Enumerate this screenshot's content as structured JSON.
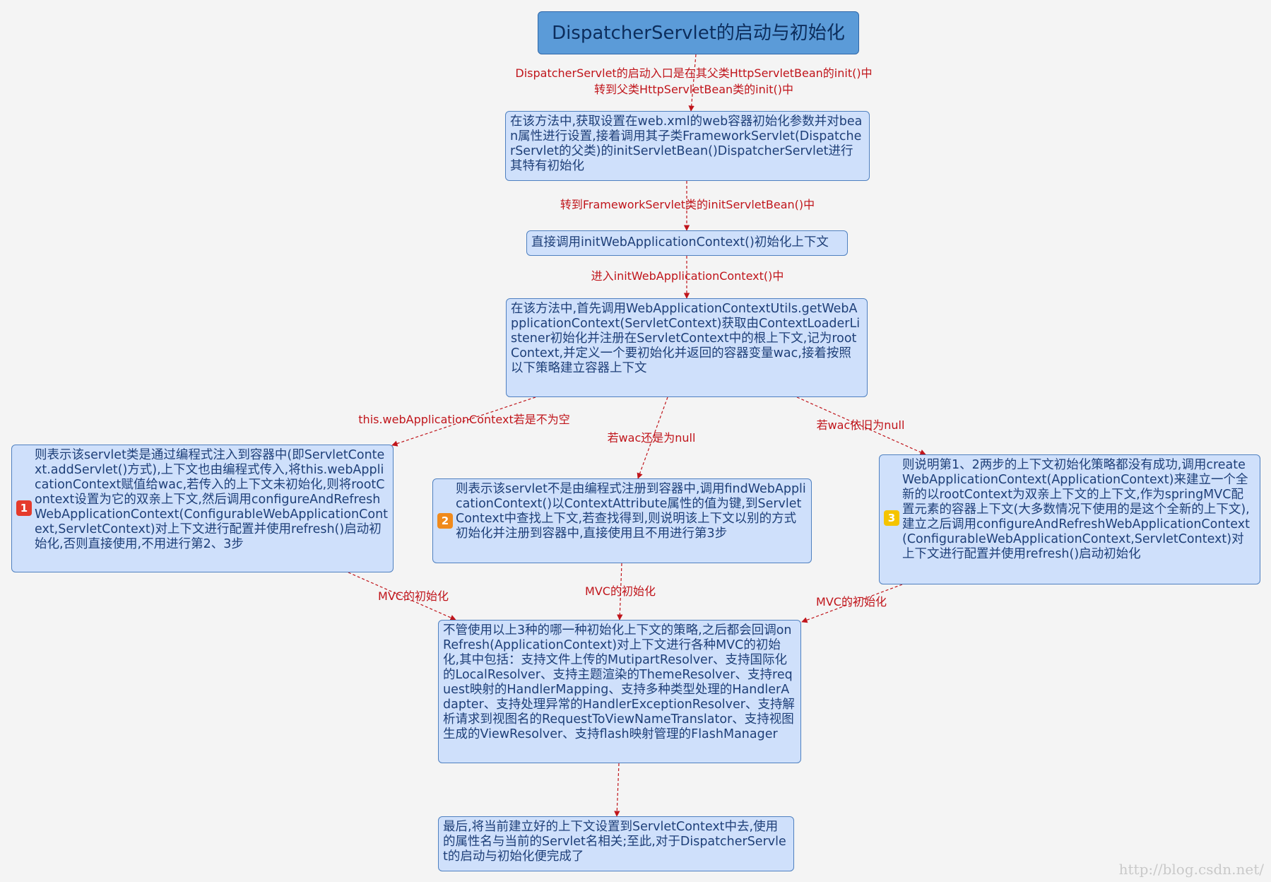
{
  "title": "DispatcherServlet的启动与初始化",
  "nodes": {
    "n1": "在该方法中,获取设置在web.xml的web容器初始化参数并对bean属性进行设置,接着调用其子类FrameworkServlet(DispatcherServlet的父类)的initServletBean()DispatcherServlet进行其特有初始化",
    "n2": "直接调用initWebApplicationContext()初始化上下文",
    "n3": "在该方法中,首先调用WebApplicationContextUtils.getWebApplicationContext(ServletContext)获取由ContextLoaderListener初始化并注册在ServletContext中的根上下文,记为rootContext,并定义一个要初始化并返回的容器变量wac,接着按照以下策略建立容器上下文",
    "b1": "则表示该servlet类是通过编程式注入到容器中(即ServletContext.addServlet()方式),上下文也由编程式传入,将this.webApplicationContext赋值给wac,若传入的上下文未初始化,则将rootContext设置为它的双亲上下文,然后调用configureAndRefreshWebApplicationContext(ConfigurableWebApplicationContext,ServletContext)对上下文进行配置并使用refresh()启动初始化,否则直接使用,不用进行第2、3步",
    "b2": "则表示该servlet不是由编程式注册到容器中,调用findWebApplicationContext()以ContextAttribute属性的值为键,到ServletContext中查找上下文,若查找得到,则说明该上下文以别的方式初始化并注册到容器中,直接使用且不用进行第3步",
    "b3": "则说明第1、2两步的上下文初始化策略都没有成功,调用createWebApplicationContext(ApplicationContext)来建立一个全新的以rootContext为双亲上下文的上下文,作为springMVC配置元素的容器上下文(大多数情况下使用的是这个全新的上下文),建立之后调用configureAndRefreshWebApplicationContext(ConfigurableWebApplicationContext,ServletContext)对上下文进行配置并使用refresh()启动初始化",
    "n4": "不管使用以上3种的哪一种初始化上下文的策略,之后都会回调onRefresh(ApplicationContext)对上下文进行各种MVC的初始化,其中包括：支持文件上传的MutipartResolver、支持国际化的LocalResolver、支持主题渲染的ThemeResolver、支持request映射的HandlerMapping、支持多种类型处理的HandlerAdapter、支持处理异常的HandlerExceptionResolver、支持解析请求到视图名的RequestToViewNameTranslator、支持视图生成的ViewResolver、支持flash映射管理的FlashManager",
    "n5": "最后,将当前建立好的上下文设置到ServletContext中去,使用的属性名与当前的Servlet名相关;至此,对于DispatcherServlet的启动与初始化便完成了"
  },
  "badges": {
    "b1": "1",
    "b2": "2",
    "b3": "3"
  },
  "edge_labels": {
    "e1_line1": "DispatcherServlet的启动入口是在其父类HttpServletBean的init()中",
    "e1_line2": "转到父类HttpServletBean类的init()中",
    "e2": "转到FrameworkServlet类的initServletBean()中",
    "e3": "进入initWebApplicationContext()中",
    "e4": "this.webApplicationContext若是不为空",
    "e5": "若wac还是为null",
    "e6": "若wac依旧为null",
    "e7": "MVC的初始化",
    "e8": "MVC的初始化",
    "e9": "MVC的初始化"
  },
  "watermark": "http://blog.csdn.net/",
  "colors": {
    "node_fill": "#cfe0fb",
    "node_border": "#4f80c0",
    "title_fill": "#5b9bd8",
    "edge": "#c0151b",
    "badge1": "#e53b2c",
    "badge2": "#f08a1c",
    "badge3": "#f5c400"
  }
}
